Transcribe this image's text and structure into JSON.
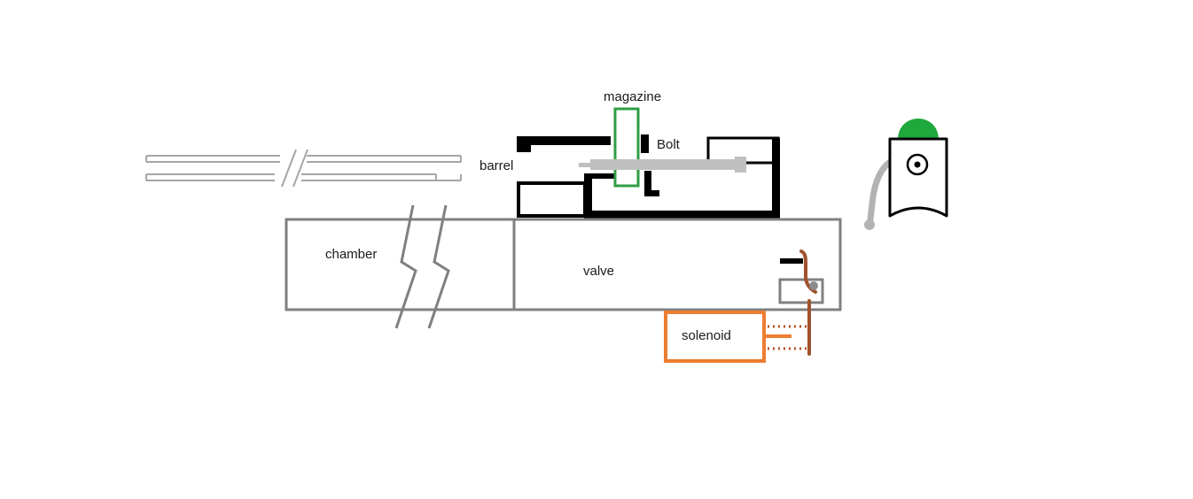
{
  "diagram": {
    "type": "schematic",
    "labels": {
      "magazine": "magazine",
      "bolt": "Bolt",
      "barrel": "barrel",
      "chamber": "chamber",
      "valve": "valve",
      "solenoid": "solenoid"
    },
    "colors": {
      "black": "#000000",
      "gray": "#808080",
      "light_gray": "#a6a6a6",
      "bolt_gray": "#bfbfbf",
      "magazine_green": "#2f9e44",
      "dome_green": "#1fa83c",
      "orange": "#ed7d31",
      "wire_brown": "#a0522d",
      "dotted_brown": "#b0502a",
      "hose_gray": "#b3b3b3"
    }
  }
}
